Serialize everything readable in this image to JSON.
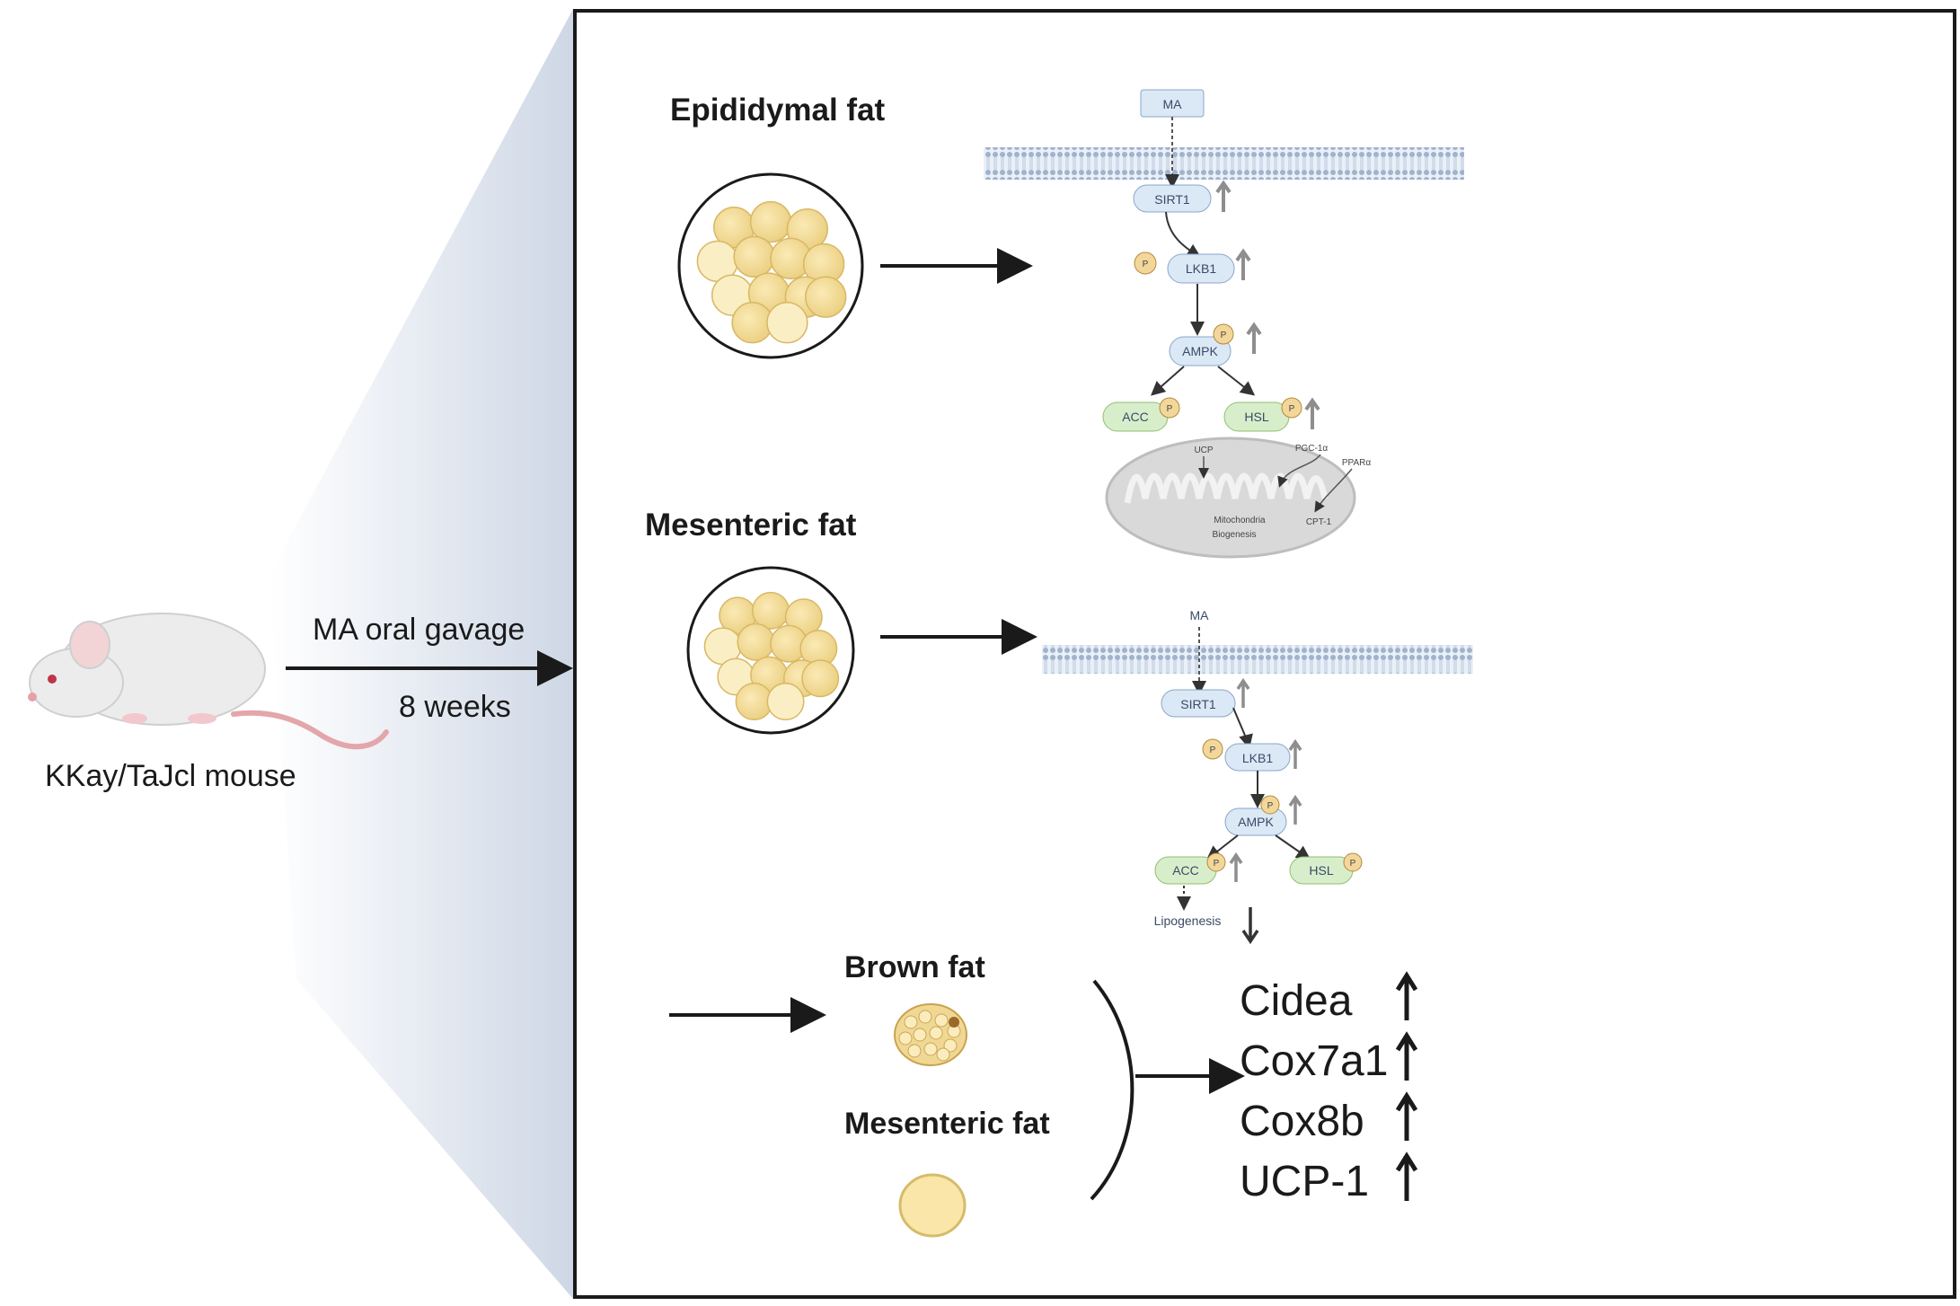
{
  "mouse": {
    "label": "KKay/TaJcl  mouse",
    "treatment": "MA oral gavage",
    "duration": "8  weeks"
  },
  "epididymal": {
    "title": "Epididymal fat",
    "ligand": "MA",
    "sirt1": "SIRT1",
    "lkb1": "LKB1",
    "ampk": "AMPK",
    "acc": "ACC",
    "hsl": "HSL",
    "phospho": "P",
    "ucp1_small": "UCP",
    "pgc1a": "PGC-1α",
    "ppara": "PPARα",
    "mito_line1": "Mitochondria",
    "mito_line2": "Biogenesis",
    "cpt1": "CPT-1"
  },
  "mesenteric": {
    "title": "Mesenteric fat",
    "ligand": "MA",
    "sirt1": "SIRT1",
    "lkb1": "LKB1",
    "ampk": "AMPK",
    "acc": "ACC",
    "hsl": "HSL",
    "phospho": "P",
    "lipogenesis": "Lipogenesis"
  },
  "bottom": {
    "brown_fat": "Brown  fat",
    "mesenteric_fat": "Mesenteric fat",
    "genes": [
      "Cidea",
      "Cox7a1",
      "Cox8b",
      "UCP-1"
    ]
  },
  "colors": {
    "node_blue": "#dbe8f6",
    "node_green": "#d8eecb",
    "phospho": "#f3d79a",
    "fat_cell": "#f7e3a1",
    "panel_shade": "#c9d3e3"
  }
}
